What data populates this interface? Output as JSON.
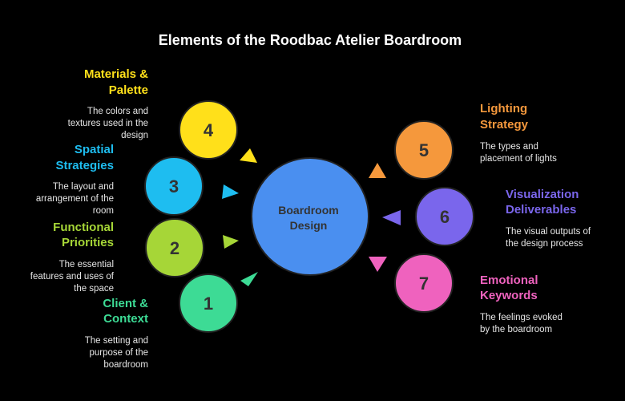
{
  "title": "Elements of the Roodbac Atelier Boardroom",
  "center": {
    "lines": [
      "Boardroom",
      "Design"
    ],
    "color": "#4A8FF0"
  },
  "items": [
    {
      "number": "1",
      "title": [
        "Client &",
        "Context"
      ],
      "desc": [
        "The setting and",
        "purpose of the",
        "boardroom"
      ],
      "color": "#3DDB95"
    },
    {
      "number": "2",
      "title": [
        "Functional",
        "Priorities"
      ],
      "desc": [
        "The essential",
        "features and uses of",
        "the space"
      ],
      "color": "#A6D637"
    },
    {
      "number": "3",
      "title": [
        "Spatial",
        "Strategies"
      ],
      "desc": [
        "The layout and",
        "arrangement of the",
        "room"
      ],
      "color": "#1EBDF0"
    },
    {
      "number": "4",
      "title": [
        "Materials &",
        "Palette"
      ],
      "desc": [
        "The colors and",
        "textures used in the",
        "design"
      ],
      "color": "#FFE01A"
    },
    {
      "number": "5",
      "title": [
        "Lighting",
        "Strategy"
      ],
      "desc": [
        "The types and",
        "placement of lights"
      ],
      "color": "#F5983C"
    },
    {
      "number": "6",
      "title": [
        "Visualization",
        "Deliverables"
      ],
      "desc": [
        "The visual outputs of",
        "the design process"
      ],
      "color": "#7A66EC"
    },
    {
      "number": "7",
      "title": [
        "Emotional",
        "Keywords"
      ],
      "desc": [
        "The feelings evoked",
        "by the boardroom"
      ],
      "color": "#EF62BE"
    }
  ]
}
